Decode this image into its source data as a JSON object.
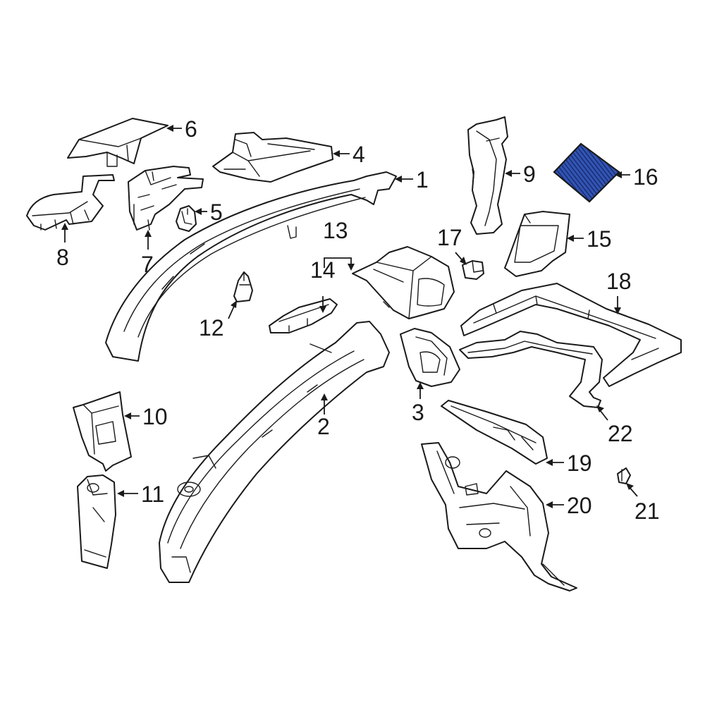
{
  "colors": {
    "line": "#1a1a1a",
    "background": "#ffffff",
    "highlight_fill": "#3355b3",
    "highlight_stripe": "#1a2f78"
  },
  "callouts": {
    "c1": "1",
    "c2": "2",
    "c3": "3",
    "c4": "4",
    "c5": "5",
    "c6": "6",
    "c7": "7",
    "c8": "8",
    "c9": "9",
    "c10": "10",
    "c11": "11",
    "c12": "12",
    "c13": "13",
    "c14": "14",
    "c15": "15",
    "c16": "16",
    "c17": "17",
    "c18": "18",
    "c19": "19",
    "c20": "20",
    "c21": "21",
    "c22": "22"
  },
  "highlighted_part": "16"
}
